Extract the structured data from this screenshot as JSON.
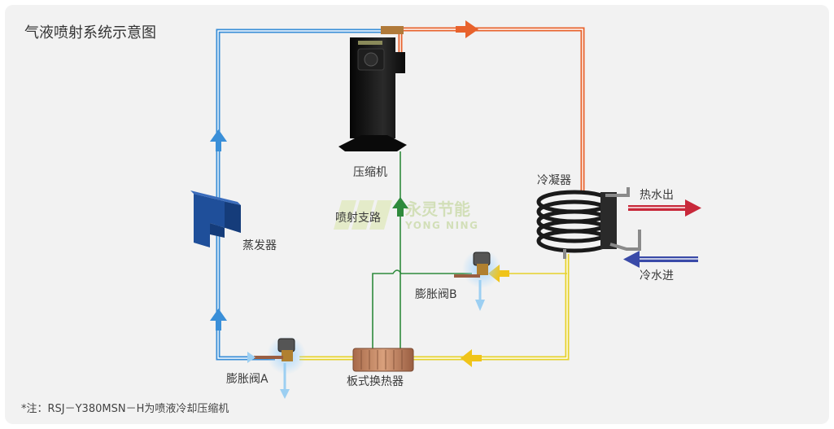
{
  "title": "气液喷射系统示意图",
  "labels": {
    "compressor": "压缩机",
    "condenser": "冷凝器",
    "evaporator": "蒸发器",
    "injection_branch": "喷射支路",
    "valve_a": "膨胀阀A",
    "valve_b": "膨胀阀B",
    "plate_hx": "板式换热器",
    "hot_water_out": "热水出",
    "cold_water_in": "冷水进"
  },
  "watermark": {
    "cn": "永灵节能",
    "en": "YONG NING"
  },
  "note": "*注：RSJ－Y380MSN－H为喷液冷却压缩机",
  "colors": {
    "background": "#ffffff",
    "panel": "#f2f2f2",
    "suction_line": "#3a8fd8",
    "discharge_line": "#e8622c",
    "liquid_line": "#e6d22a",
    "injection_line": "#2e8a3c",
    "hot_arrow": "#c8283a",
    "cold_arrow": "#3a4aa8",
    "compressor": "#111111",
    "evaporator": "#1f4f9a"
  }
}
